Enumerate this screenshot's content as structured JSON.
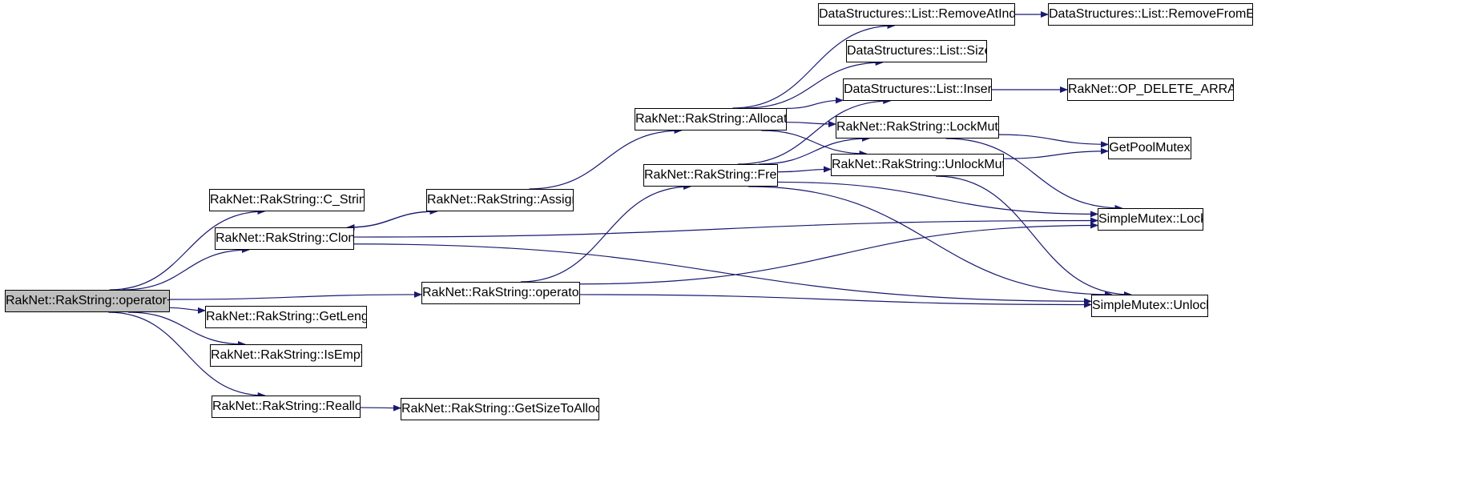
{
  "graph": {
    "edge_color": "#191970",
    "root_fill": "#bfbfbf",
    "nodes": {
      "operator_plus": "RakNet::RakString::operator+=",
      "c_string": "RakNet::RakString::C_String",
      "clone": "RakNet::RakString::Clone",
      "get_length": "RakNet::RakString::GetLength",
      "is_empty": "RakNet::RakString::IsEmpty",
      "realloc": "RakNet::RakString::Realloc",
      "assign": "RakNet::RakString::Assign",
      "operator_eq": "RakNet::RakString::operator=",
      "get_size_to_allocate": "RakNet::RakString::GetSizeToAllocate",
      "allocate": "RakNet::RakString::Allocate",
      "free": "RakNet::RakString::Free",
      "remove_at_index": "DataStructures::List::RemoveAtIndex",
      "list_size": "DataStructures::List::Size",
      "list_insert": "DataStructures::List::Insert",
      "lock_mutex": "RakNet::RakString::LockMutex",
      "unlock_mutex": "RakNet::RakString::UnlockMutex",
      "remove_from_end": "DataStructures::List::RemoveFromEnd",
      "op_delete_array": "RakNet::OP_DELETE_ARRAY",
      "get_pool_mutex": "GetPoolMutex",
      "simple_mutex_lock": "SimpleMutex::Lock",
      "simple_mutex_unlock": "SimpleMutex::Unlock"
    },
    "edges": [
      [
        "operator_plus",
        "c_string"
      ],
      [
        "operator_plus",
        "clone"
      ],
      [
        "operator_plus",
        "operator_eq"
      ],
      [
        "operator_plus",
        "get_length"
      ],
      [
        "operator_plus",
        "is_empty"
      ],
      [
        "operator_plus",
        "realloc"
      ],
      [
        "clone",
        "assign"
      ],
      [
        "assign",
        "clone"
      ],
      [
        "clone",
        "simple_mutex_lock"
      ],
      [
        "clone",
        "simple_mutex_unlock"
      ],
      [
        "assign",
        "allocate"
      ],
      [
        "operator_eq",
        "free"
      ],
      [
        "operator_eq",
        "simple_mutex_lock"
      ],
      [
        "operator_eq",
        "simple_mutex_unlock"
      ],
      [
        "realloc",
        "get_size_to_allocate"
      ],
      [
        "allocate",
        "remove_at_index"
      ],
      [
        "allocate",
        "list_size"
      ],
      [
        "allocate",
        "list_insert"
      ],
      [
        "allocate",
        "lock_mutex"
      ],
      [
        "allocate",
        "unlock_mutex"
      ],
      [
        "free",
        "list_insert"
      ],
      [
        "free",
        "lock_mutex"
      ],
      [
        "free",
        "unlock_mutex"
      ],
      [
        "free",
        "simple_mutex_lock"
      ],
      [
        "free",
        "simple_mutex_unlock"
      ],
      [
        "remove_at_index",
        "remove_from_end"
      ],
      [
        "list_insert",
        "op_delete_array"
      ],
      [
        "lock_mutex",
        "get_pool_mutex"
      ],
      [
        "lock_mutex",
        "simple_mutex_lock"
      ],
      [
        "unlock_mutex",
        "get_pool_mutex"
      ],
      [
        "unlock_mutex",
        "simple_mutex_unlock"
      ]
    ]
  }
}
